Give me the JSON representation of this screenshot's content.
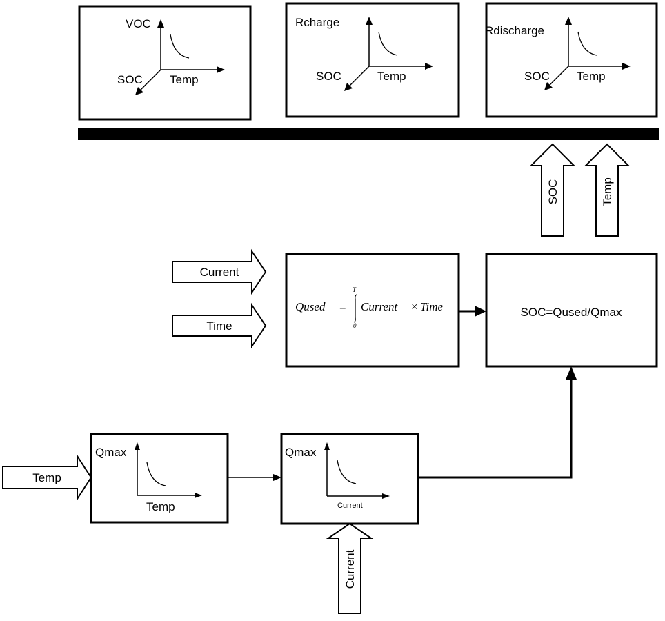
{
  "top_boxes": {
    "voc": {
      "y_label": "VOC",
      "diag_label": "SOC",
      "x_label": "Temp"
    },
    "rcharge": {
      "y_label": "Rcharge",
      "diag_label": "SOC",
      "x_label": "Temp"
    },
    "rdischarge": {
      "y_label": "Rdischarge",
      "diag_label": "SOC",
      "x_label": "Temp"
    }
  },
  "up_arrows": {
    "soc": "SOC",
    "temp": "Temp"
  },
  "input_arrows": {
    "current": "Current",
    "time": "Time",
    "temp": "Temp",
    "current_bottom": "Current"
  },
  "qused_box": {
    "lhs": "Qused",
    "equals": "=",
    "upper_limit": "T",
    "lower_limit": "0",
    "integrand": "Current",
    "times": "×",
    "variable": "Time"
  },
  "soc_box": {
    "formula": "SOC=Qused/Qmax"
  },
  "qmax_temp_box": {
    "y_label": "Qmax",
    "x_label": "Temp"
  },
  "qmax_current_box": {
    "y_label": "Qmax",
    "x_label": "Current"
  }
}
